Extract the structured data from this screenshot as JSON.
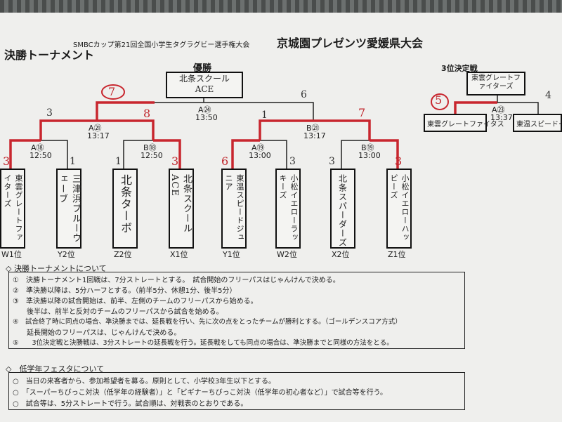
{
  "header": {
    "subtitle": "SMBCカップ第21回全国小学生タグラグビー選手権大会",
    "title": "京城園プレゼンツ愛媛県大会",
    "section": "決勝トーナメント"
  },
  "final": {
    "heading": "優勝",
    "winner": "北条スクール ACE",
    "match": "A㉔",
    "time": "13:50",
    "score_left": "7",
    "score_right": "6"
  },
  "third_place": {
    "heading": "3位決定戦",
    "winner": "東雲グレートファイターズ",
    "match": "A㉓",
    "time": "13:37",
    "team_left": "東雲グレートファイタス",
    "team_right": "東温スピードー",
    "score_left": "5",
    "score_right": "4"
  },
  "semis": [
    {
      "match": "A㉑",
      "time": "13:17",
      "score_left": "3",
      "score_right": "8"
    },
    {
      "match": "B㉑",
      "time": "13:17",
      "score_left": "1",
      "score_right": "7"
    }
  ],
  "quarters": [
    {
      "match": "A⑱",
      "time": "12:50"
    },
    {
      "match": "B⑱",
      "time": "12:50"
    },
    {
      "match": "A⑲",
      "time": "13:00"
    },
    {
      "match": "B⑲",
      "time": "13:00"
    }
  ],
  "teams": [
    {
      "name": "東雲グレートファイターズ",
      "seed": "W1位",
      "score": "3"
    },
    {
      "name": "三津浜ブルーウェーブ",
      "seed": "Y2位",
      "score": "1"
    },
    {
      "name": "北条ターボ",
      "seed": "Z2位",
      "score": "1"
    },
    {
      "name": "北条スクールACE",
      "seed": "X1位",
      "score": "3"
    },
    {
      "name": "東温スピードジュニア",
      "seed": "Y1位",
      "score": "6"
    },
    {
      "name": "小松イエローラッキーズ",
      "seed": "W2位",
      "score": "3"
    },
    {
      "name": "北条スパーダーズ",
      "seed": "X2位",
      "score": "3"
    },
    {
      "name": "小松イエローハッピーズ",
      "seed": "Z1位",
      "score": "3"
    }
  ],
  "rules": {
    "heading": "◇ 決勝トーナメントについて",
    "items": [
      "①　決勝トーナメント1回戦は、7分ストレートとする。　試合開始のフリーパスはじゃんけんで決める。",
      "②　準決勝以降は、5分ハーフとする。（前半5分、休憩1分、後半5分）",
      "③　準決勝以降の試合開始は、前半、左側のチームのフリーパスから始める。",
      "　　後半は、前半と反対のチームのフリーパスから試合を始める。",
      "④　試合終了時に同点の場合、準決勝までは、延長戦を行い、先に次の点をとったチームが勝利とする。（ゴールデンスコア方式）",
      "　　延長開始のフリーパスは、じゃんけんで決める。",
      "⑤　　3位決定戦と決勝戦は、3分ストレートの延長戦を行う。延長戦をしても同点の場合は、準決勝までと同様の方法をとる。"
    ]
  },
  "festa": {
    "heading": "◇　低学年フェスタについて",
    "items": [
      "○　当日の来客者から、参加希望者を募る。原則として、小学校3年生以下とする。",
      "○　「スーパーちびっこ対決（低学年の経験者）」と「ビギナーちびっこ対決（低学年の初心者など）」で試合等を行う。",
      "○　試合等は、5分ストレートで行う。試合順は、対戦表のとおりである。"
    ]
  }
}
